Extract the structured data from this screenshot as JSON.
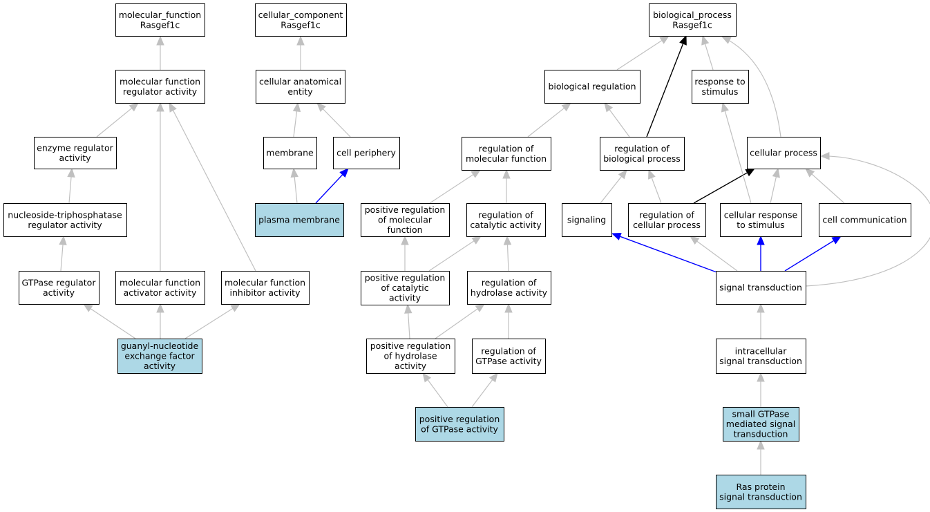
{
  "colors": {
    "highlight_fill": "#add8e6",
    "default_fill": "#ffffff",
    "edge_gray": "#c0c0c0",
    "edge_black": "#000000",
    "edge_blue": "#0000ff"
  },
  "nodes": [
    {
      "id": "mf_root",
      "lines": [
        "molecular_function",
        "Rasgef1c"
      ],
      "highlight": false
    },
    {
      "id": "cc_root",
      "lines": [
        "cellular_component",
        "Rasgef1c"
      ],
      "highlight": false
    },
    {
      "id": "bp_root",
      "lines": [
        "biological_process",
        "Rasgef1c"
      ],
      "highlight": false
    },
    {
      "id": "mf_reg",
      "lines": [
        "molecular function",
        "regulator activity"
      ],
      "highlight": false
    },
    {
      "id": "cae",
      "lines": [
        "cellular anatomical",
        "entity"
      ],
      "highlight": false
    },
    {
      "id": "bio_reg",
      "lines": [
        "biological regulation"
      ],
      "highlight": false
    },
    {
      "id": "resp_stim",
      "lines": [
        "response to",
        "stimulus"
      ],
      "highlight": false
    },
    {
      "id": "enz_reg",
      "lines": [
        "enzyme regulator",
        "activity"
      ],
      "highlight": false
    },
    {
      "id": "membrane",
      "lines": [
        "membrane"
      ],
      "highlight": false
    },
    {
      "id": "cell_periph",
      "lines": [
        "cell periphery"
      ],
      "highlight": false
    },
    {
      "id": "reg_molfun",
      "lines": [
        "regulation of",
        "molecular function"
      ],
      "highlight": false
    },
    {
      "id": "reg_bioproc",
      "lines": [
        "regulation of",
        "biological process"
      ],
      "highlight": false
    },
    {
      "id": "cell_proc",
      "lines": [
        "cellular process"
      ],
      "highlight": false
    },
    {
      "id": "ntp_reg",
      "lines": [
        "nucleoside-triphosphatase",
        "regulator activity"
      ],
      "highlight": false
    },
    {
      "id": "plasma_mem",
      "lines": [
        "plasma membrane"
      ],
      "highlight": true
    },
    {
      "id": "pos_reg_molfun",
      "lines": [
        "positive regulation",
        "of molecular",
        "function"
      ],
      "highlight": false
    },
    {
      "id": "reg_cat",
      "lines": [
        "regulation of",
        "catalytic activity"
      ],
      "highlight": false
    },
    {
      "id": "signaling",
      "lines": [
        "signaling"
      ],
      "highlight": false
    },
    {
      "id": "reg_cellproc",
      "lines": [
        "regulation of",
        "cellular process"
      ],
      "highlight": false
    },
    {
      "id": "cell_resp",
      "lines": [
        "cellular response",
        "to stimulus"
      ],
      "highlight": false
    },
    {
      "id": "cell_comm",
      "lines": [
        "cell communication"
      ],
      "highlight": false
    },
    {
      "id": "gtpase_reg",
      "lines": [
        "GTPase regulator",
        "activity"
      ],
      "highlight": false
    },
    {
      "id": "mf_act",
      "lines": [
        "molecular function",
        "activator activity"
      ],
      "highlight": false
    },
    {
      "id": "mf_inh",
      "lines": [
        "molecular function",
        "inhibitor activity"
      ],
      "highlight": false
    },
    {
      "id": "pos_reg_cat",
      "lines": [
        "positive regulation",
        "of catalytic",
        "activity"
      ],
      "highlight": false
    },
    {
      "id": "reg_hydro",
      "lines": [
        "regulation of",
        "hydrolase activity"
      ],
      "highlight": false
    },
    {
      "id": "sig_trans",
      "lines": [
        "signal transduction"
      ],
      "highlight": false
    },
    {
      "id": "gef",
      "lines": [
        "guanyl-nucleotide",
        "exchange factor",
        "activity"
      ],
      "highlight": true
    },
    {
      "id": "pos_reg_hydro",
      "lines": [
        "positive regulation",
        "of hydrolase",
        "activity"
      ],
      "highlight": false
    },
    {
      "id": "reg_gtpase",
      "lines": [
        "regulation of",
        "GTPase activity"
      ],
      "highlight": false
    },
    {
      "id": "intra_sig",
      "lines": [
        "intracellular",
        "signal transduction"
      ],
      "highlight": false
    },
    {
      "id": "pos_reg_gtpase",
      "lines": [
        "positive regulation",
        "of GTPase activity"
      ],
      "highlight": true
    },
    {
      "id": "small_gtpase",
      "lines": [
        "small GTPase",
        "mediated signal",
        "transduction"
      ],
      "highlight": true
    },
    {
      "id": "ras_sig",
      "lines": [
        "Ras protein",
        "signal transduction"
      ],
      "highlight": true
    }
  ],
  "edges": [
    {
      "from": "mf_reg",
      "to": "mf_root",
      "color": "gray"
    },
    {
      "from": "enz_reg",
      "to": "mf_reg",
      "color": "gray"
    },
    {
      "from": "mf_act",
      "to": "mf_reg",
      "color": "gray"
    },
    {
      "from": "mf_inh",
      "to": "mf_reg",
      "color": "gray"
    },
    {
      "from": "ntp_reg",
      "to": "enz_reg",
      "color": "gray"
    },
    {
      "from": "gtpase_reg",
      "to": "ntp_reg",
      "color": "gray"
    },
    {
      "from": "gef",
      "to": "gtpase_reg",
      "color": "gray"
    },
    {
      "from": "gef",
      "to": "mf_act",
      "color": "gray"
    },
    {
      "from": "gef",
      "to": "mf_inh",
      "color": "gray"
    },
    {
      "from": "cae",
      "to": "cc_root",
      "color": "gray"
    },
    {
      "from": "membrane",
      "to": "cae",
      "color": "gray"
    },
    {
      "from": "cell_periph",
      "to": "cae",
      "color": "gray"
    },
    {
      "from": "plasma_mem",
      "to": "membrane",
      "color": "gray"
    },
    {
      "from": "plasma_mem",
      "to": "cell_periph",
      "color": "blue"
    },
    {
      "from": "bio_reg",
      "to": "bp_root",
      "color": "gray"
    },
    {
      "from": "reg_bioproc",
      "to": "bp_root",
      "color": "black"
    },
    {
      "from": "resp_stim",
      "to": "bp_root",
      "color": "gray"
    },
    {
      "from": "cell_proc",
      "to": "bp_root",
      "color": "gray",
      "curve": true
    },
    {
      "from": "reg_molfun",
      "to": "bio_reg",
      "color": "gray"
    },
    {
      "from": "reg_bioproc",
      "to": "bio_reg",
      "color": "gray"
    },
    {
      "from": "pos_reg_molfun",
      "to": "reg_molfun",
      "color": "gray"
    },
    {
      "from": "reg_cat",
      "to": "reg_molfun",
      "color": "gray"
    },
    {
      "from": "pos_reg_cat",
      "to": "pos_reg_molfun",
      "color": "gray"
    },
    {
      "from": "pos_reg_cat",
      "to": "reg_cat",
      "color": "gray"
    },
    {
      "from": "reg_hydro",
      "to": "reg_cat",
      "color": "gray"
    },
    {
      "from": "pos_reg_hydro",
      "to": "pos_reg_cat",
      "color": "gray"
    },
    {
      "from": "pos_reg_hydro",
      "to": "reg_hydro",
      "color": "gray"
    },
    {
      "from": "reg_gtpase",
      "to": "reg_hydro",
      "color": "gray"
    },
    {
      "from": "pos_reg_gtpase",
      "to": "pos_reg_hydro",
      "color": "gray"
    },
    {
      "from": "pos_reg_gtpase",
      "to": "reg_gtpase",
      "color": "gray"
    },
    {
      "from": "signaling",
      "to": "reg_bioproc",
      "color": "gray"
    },
    {
      "from": "reg_cellproc",
      "to": "reg_bioproc",
      "color": "gray"
    },
    {
      "from": "reg_cellproc",
      "to": "cell_proc",
      "color": "black"
    },
    {
      "from": "cell_resp",
      "to": "cell_proc",
      "color": "gray"
    },
    {
      "from": "cell_comm",
      "to": "cell_proc",
      "color": "gray"
    },
    {
      "from": "cell_resp",
      "to": "resp_stim",
      "color": "gray"
    },
    {
      "from": "sig_trans",
      "to": "signaling",
      "color": "blue"
    },
    {
      "from": "sig_trans",
      "to": "reg_cellproc",
      "color": "gray"
    },
    {
      "from": "sig_trans",
      "to": "cell_resp",
      "color": "blue"
    },
    {
      "from": "sig_trans",
      "to": "cell_comm",
      "color": "blue"
    },
    {
      "from": "sig_trans",
      "to": "cell_proc",
      "color": "gray",
      "curve": true
    },
    {
      "from": "intra_sig",
      "to": "sig_trans",
      "color": "gray"
    },
    {
      "from": "small_gtpase",
      "to": "intra_sig",
      "color": "gray"
    },
    {
      "from": "ras_sig",
      "to": "small_gtpase",
      "color": "gray"
    }
  ]
}
